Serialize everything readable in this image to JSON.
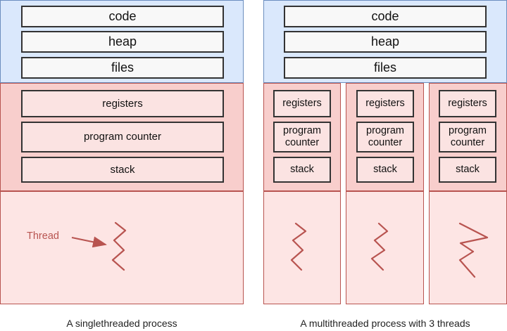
{
  "single": {
    "shared": {
      "code": "code",
      "heap": "heap",
      "files": "files"
    },
    "thread": {
      "registers": "registers",
      "program_counter": "program counter",
      "stack": "stack"
    },
    "thread_label": "Thread",
    "caption": "A singlethreaded process"
  },
  "multi": {
    "shared": {
      "code": "code",
      "heap": "heap",
      "files": "files"
    },
    "threads": [
      {
        "registers": "registers",
        "program_counter": "program counter",
        "stack": "stack"
      },
      {
        "registers": "registers",
        "program_counter": "program counter",
        "stack": "stack"
      },
      {
        "registers": "registers",
        "program_counter": "program counter",
        "stack": "stack"
      }
    ],
    "caption": "A multithreaded process with 3 threads"
  },
  "colors": {
    "shared_fill": "#dae8fc",
    "shared_stroke": "#6c8ebf",
    "thread_fill": "#f8cecc",
    "thread_stroke": "#b85450",
    "squiggle": "#b85450"
  }
}
